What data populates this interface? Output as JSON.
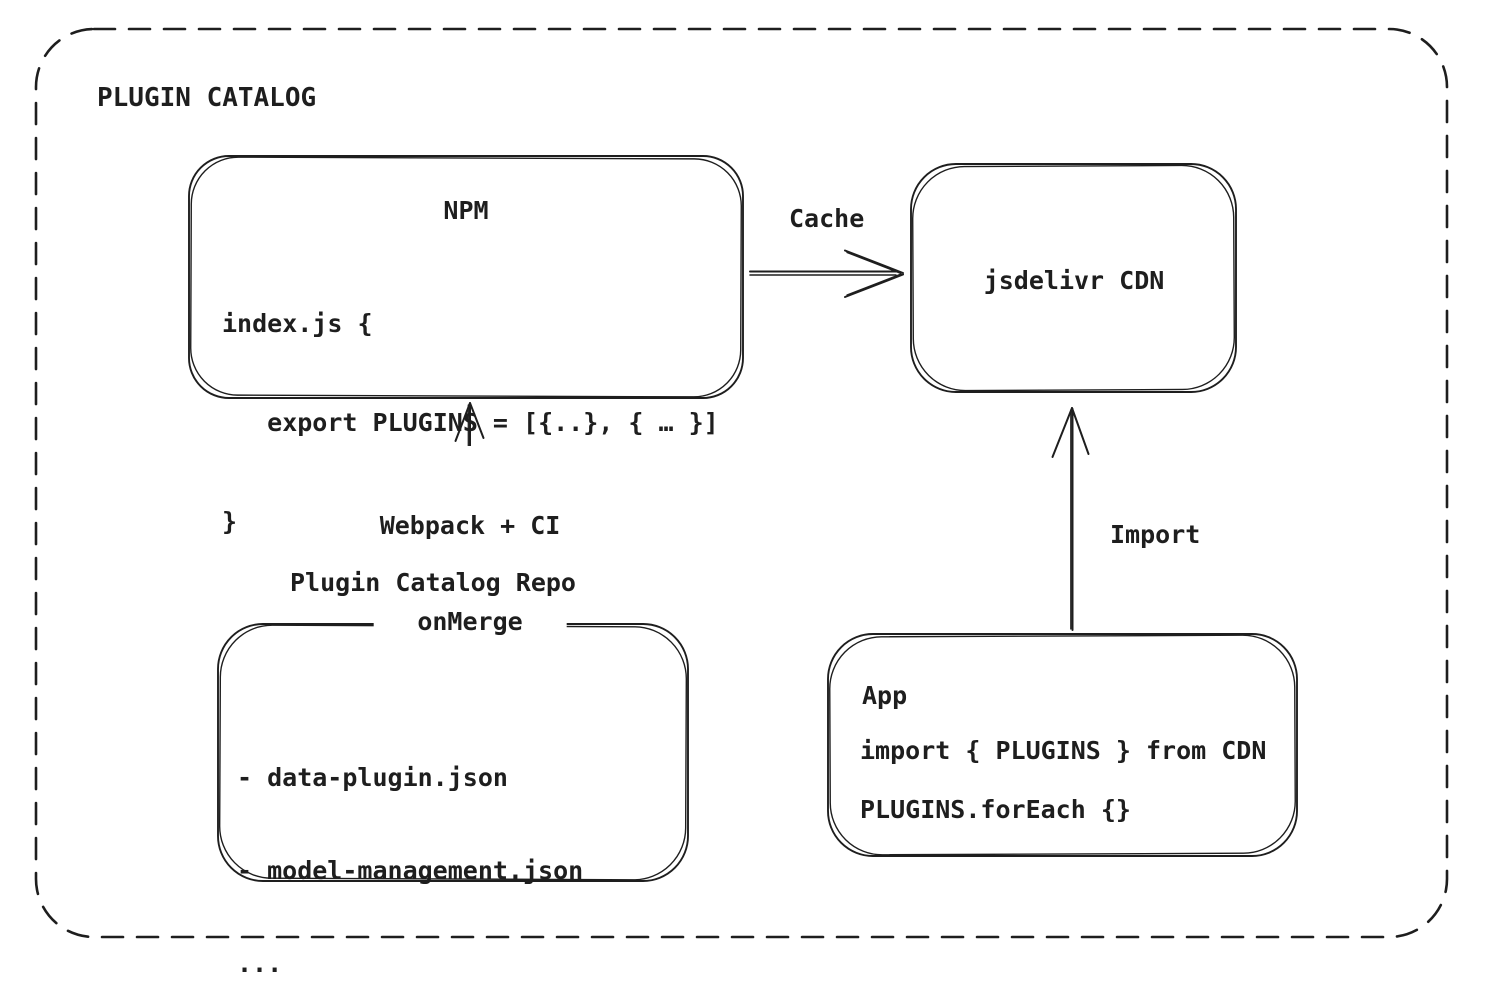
{
  "colors": {
    "ink": "#1e1e1e",
    "background": "#ffffff"
  },
  "frame": {
    "title": "PLUGIN CATALOG"
  },
  "nodes": {
    "npm": {
      "title": "NPM",
      "code": [
        "index.js {",
        "   export PLUGINS = [{..}, { … }]",
        "}"
      ]
    },
    "cdn": {
      "label": "jsdelivr CDN"
    },
    "repo": {
      "title": "Plugin Catalog Repo",
      "files": [
        "- data-plugin.json",
        "- model-management.json",
        "..."
      ]
    },
    "app": {
      "title": "App",
      "code": [
        "import { PLUGINS } from CDN",
        "PLUGINS.forEach {}"
      ]
    }
  },
  "edges": {
    "cache": {
      "label": "Cache",
      "from": "NPM",
      "to": "jsdelivr CDN"
    },
    "build": {
      "label_top": "Webpack + CI",
      "label_bottom": "onMerge",
      "from": "Plugin Catalog Repo",
      "to": "NPM"
    },
    "import": {
      "label": "Import",
      "from": "App",
      "to": "jsdelivr CDN"
    }
  }
}
